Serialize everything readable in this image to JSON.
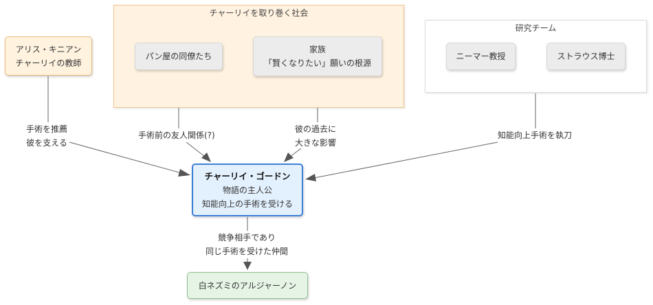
{
  "groups": {
    "society": {
      "title": "チャーリイを取り巻く社会"
    },
    "research": {
      "title": "研究チーム"
    }
  },
  "nodes": {
    "alice": {
      "lines": [
        "アリス・キニアン",
        "チャーリイの教師"
      ]
    },
    "bakery": {
      "label": "パン屋の同僚たち"
    },
    "family": {
      "lines": [
        "家族",
        "「賢くなりたい」願いの根源"
      ]
    },
    "nemur": {
      "label": "ニーマー教授"
    },
    "strauss": {
      "label": "ストラウス博士"
    },
    "charlie": {
      "title": "チャーリイ・ゴードン",
      "lines": [
        "物語の主人公",
        "知能向上の手術を受ける"
      ]
    },
    "algernon": {
      "label": "白ネズミのアルジャーノン"
    }
  },
  "edges": {
    "alice_to_charlie": {
      "lines": [
        "手術を推薦",
        "彼を支える"
      ]
    },
    "bakery_to_charlie": {
      "label": "手術前の友人関係(?)"
    },
    "family_to_charlie": {
      "lines": [
        "彼の過去に",
        "大きな影響"
      ]
    },
    "research_to_charlie": {
      "label": "知能向上手術を執刀"
    },
    "charlie_to_algernon": {
      "lines": [
        "競争相手であり",
        "同じ手術を受けた仲間"
      ]
    }
  },
  "colors": {
    "society_fill": "#fff2e0",
    "society_border": "#f0c48f",
    "charlie_fill": "#e3f0fd",
    "charlie_border": "#3d7fd8",
    "algernon_fill": "#e6f4e6",
    "algernon_border": "#8cbf8c",
    "alice_fill": "#fff3e0",
    "alice_border": "#f0b877",
    "grey_node_fill": "#ececec",
    "edge_color": "#666666"
  }
}
